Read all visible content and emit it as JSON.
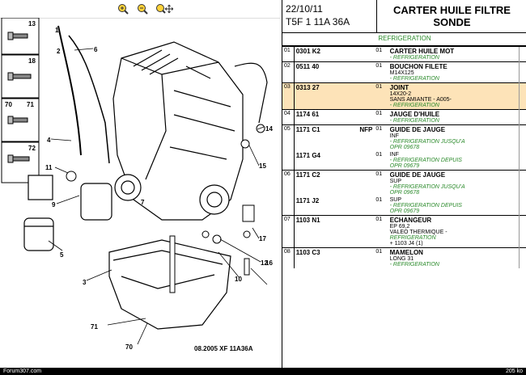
{
  "toolbar": {
    "icons": [
      "zoom-in-icon",
      "zoom-out-icon",
      "pan-icon"
    ]
  },
  "diagram": {
    "callouts": [
      "13",
      "18",
      "70",
      "71",
      "72",
      "1",
      "2",
      "6",
      "4",
      "11",
      "9",
      "5",
      "3",
      "14",
      "15",
      "16",
      "17",
      "12",
      "10",
      "7",
      "70",
      "71"
    ],
    "stamp": "08.2005  XF 11A36A"
  },
  "header": {
    "date": "22/10/11",
    "code": "T5F 1 11A 36A",
    "title": "CARTER HUILE FILTRE SONDE",
    "subtitle": "REFRIGERATION"
  },
  "rows": [
    {
      "n": "01",
      "ref": "0301 K2",
      "qual": "",
      "qty": "01",
      "desc": [
        "CARTER HUILE MOT",
        "- REFRIGERATION"
      ],
      "sel": false
    },
    {
      "n": "02",
      "ref": "0511 40",
      "qual": "",
      "qty": "01",
      "desc": [
        "BOUCHON FILETE",
        "M14X125",
        "- REFRIGERATION"
      ],
      "sel": false
    },
    {
      "n": "03",
      "ref": "0313 27",
      "qual": "",
      "qty": "01",
      "desc": [
        "JOINT",
        "14X20-2",
        "SANS AMIANTE - A005-",
        "- REFRIGERATION"
      ],
      "sel": true
    },
    {
      "n": "04",
      "ref": "1174 61",
      "qual": "",
      "qty": "01",
      "desc": [
        "JAUGE D'HUILE",
        "- REFRIGERATION"
      ],
      "sel": false
    },
    {
      "n": "05",
      "ref": "1171 C1",
      "qual": "NFP",
      "qty": "01",
      "desc": [
        "GUIDE DE JAUGE",
        "INF",
        "- REFRIGERATION JUSQU'A",
        "OPR 09678"
      ],
      "sel": false
    },
    {
      "n": "",
      "ref": "1171 G4",
      "qual": "",
      "qty": "01",
      "desc": [
        "INF",
        "- REFRIGERATION DEPUIS",
        "OPR 09679"
      ],
      "sel": false
    },
    {
      "n": "06",
      "ref": "1171 C2",
      "qual": "",
      "qty": "01",
      "desc": [
        "GUIDE DE JAUGE",
        "SUP",
        "- REFRIGERATION JUSQU'A",
        "OPR 09678"
      ],
      "sel": false
    },
    {
      "n": "",
      "ref": "1171 J2",
      "qual": "",
      "qty": "01",
      "desc": [
        "SUP",
        "- REFRIGERATION DEPUIS",
        "OPR 09679"
      ],
      "sel": false
    },
    {
      "n": "07",
      "ref": "1103 N1",
      "qual": "",
      "qty": "01",
      "desc": [
        "ECHANGEUR",
        "EP 69,2",
        "VALEO THERMIQUE -",
        "REFRIGERATION",
        "+ 1103 J4 (1)"
      ],
      "sel": false
    },
    {
      "n": "08",
      "ref": "1103 C3",
      "qual": "",
      "qty": "01",
      "desc": [
        "MAMELON",
        "LONG 31",
        "- REFRIGERATION"
      ],
      "sel": false
    }
  ],
  "footer": {
    "left": "Forum307.com",
    "right": "205 ko"
  }
}
